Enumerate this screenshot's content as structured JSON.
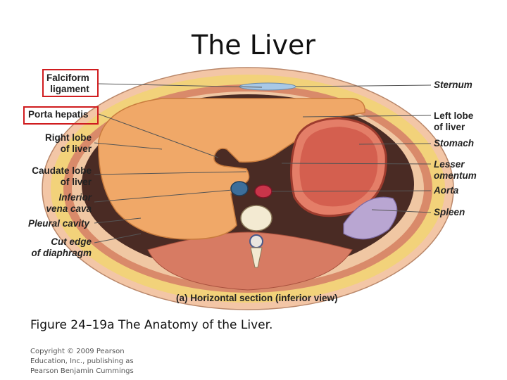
{
  "slide": {
    "title": "The Liver",
    "figure_caption": "Figure 24–19a The Anatomy of the Liver.",
    "copyright": "Copyright © 2009 Pearson Education, Inc., publishing as Pearson Benjamin Cummings"
  },
  "diagram": {
    "view_caption": "(a) Horizontal section (inferior view)",
    "labels_left": [
      {
        "line1": "Falciform",
        "line2": "ligament",
        "highlighted": true
      },
      {
        "line1": "Porta hepatis",
        "line2": "",
        "highlighted": true
      },
      {
        "line1": "Right lobe",
        "line2": "of liver",
        "highlighted": false
      },
      {
        "line1": "Caudate lobe",
        "line2": "of liver",
        "highlighted": false
      },
      {
        "line1": "Inferior",
        "line2": "vena cava",
        "highlighted": false
      },
      {
        "line1": "Pleural cavity",
        "line2": "",
        "highlighted": false
      },
      {
        "line1": "Cut edge",
        "line2": "of diaphragm",
        "highlighted": false
      }
    ],
    "labels_right": [
      {
        "line1": "Sternum",
        "line2": ""
      },
      {
        "line1": "Left lobe",
        "line2": "of liver"
      },
      {
        "line1": "Stomach",
        "line2": ""
      },
      {
        "line1": "Lesser",
        "line2": "omentum"
      },
      {
        "line1": "Aorta",
        "line2": ""
      },
      {
        "line1": "Spleen",
        "line2": ""
      }
    ],
    "highlight_color": "#d01c1f"
  }
}
